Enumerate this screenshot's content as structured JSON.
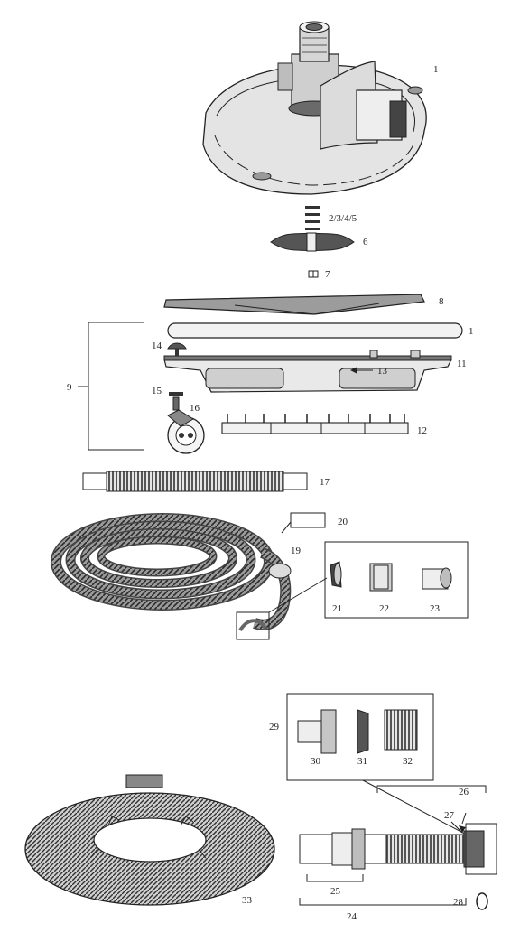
{
  "labels": {
    "l1a": "1",
    "l2345": "2/3/4/5",
    "l6": "6",
    "l7": "7",
    "l8": "8",
    "l1b": "1",
    "l9": "9",
    "l11": "11",
    "l12": "12",
    "l13": "13",
    "l14": "14",
    "l15": "15",
    "l16": "16",
    "l17": "17",
    "l19": "19",
    "l20": "20",
    "l21": "21",
    "l22": "22",
    "l23": "23",
    "l24": "24",
    "l25": "25",
    "l26": "26",
    "l27": "27",
    "l28": "28",
    "l29": "29",
    "l30": "30",
    "l31": "31",
    "l32": "32",
    "l33": "33"
  },
  "colors": {
    "ink": "#222222",
    "shade": "#888888",
    "light": "#d8d8d8",
    "dark": "#3a3a3a"
  }
}
